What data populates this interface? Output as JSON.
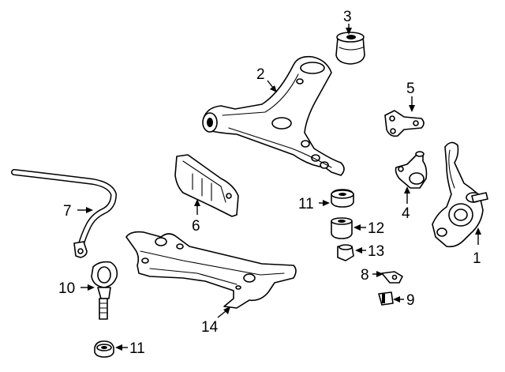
{
  "diagram": {
    "callouts": [
      {
        "id": "c1",
        "label": "1",
        "part": "steering-knuckle"
      },
      {
        "id": "c2",
        "label": "2",
        "part": "lower-control-arm"
      },
      {
        "id": "c3",
        "label": "3",
        "part": "control-arm-bushing"
      },
      {
        "id": "c4",
        "label": "4",
        "part": "ball-joint"
      },
      {
        "id": "c5",
        "label": "5",
        "part": "ball-joint-plate"
      },
      {
        "id": "c6",
        "label": "6",
        "part": "splash-shield"
      },
      {
        "id": "c7",
        "label": "7",
        "part": "stabilizer-bar"
      },
      {
        "id": "c8",
        "label": "8",
        "part": "clip"
      },
      {
        "id": "c9",
        "label": "9",
        "part": "stabilizer-bushing"
      },
      {
        "id": "c10",
        "label": "10",
        "part": "stabilizer-link"
      },
      {
        "id": "c11a",
        "label": "11",
        "part": "nut"
      },
      {
        "id": "c11b",
        "label": "11",
        "part": "nut"
      },
      {
        "id": "c12",
        "label": "12",
        "part": "washer"
      },
      {
        "id": "c13",
        "label": "13",
        "part": "nut"
      },
      {
        "id": "c14",
        "label": "14",
        "part": "subframe"
      }
    ]
  }
}
